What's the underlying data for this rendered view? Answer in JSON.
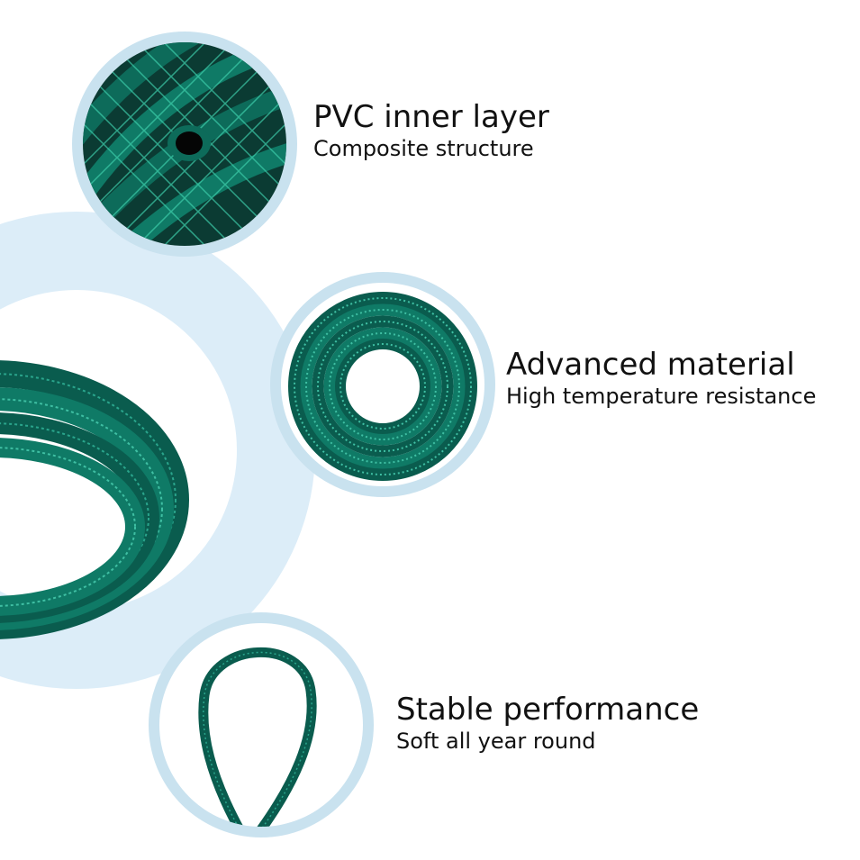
{
  "features": [
    {
      "title": "PVC inner layer",
      "subtitle": "Composite structure",
      "image": "hose-closeup-with-opening"
    },
    {
      "title": "Advanced material",
      "subtitle": "High temperature resistance",
      "image": "coiled-hose-top-view"
    },
    {
      "title": "Stable performance",
      "subtitle": "Soft all year round",
      "image": "hose-loop"
    }
  ],
  "colors": {
    "ring": "#dcedf8",
    "badge_border": "#c9e2ef",
    "hose": "#0f7a66",
    "hose_dark": "#0a4f44",
    "hose_light": "#3fbfa3"
  }
}
